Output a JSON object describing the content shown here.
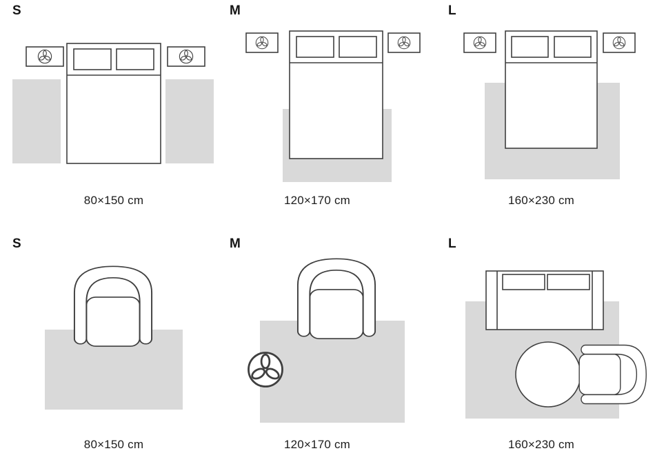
{
  "guide": {
    "rows": [
      {
        "name": "bedroom",
        "panels": [
          {
            "label": "S",
            "size": "80×150 cm"
          },
          {
            "label": "M",
            "size": "120×170 cm"
          },
          {
            "label": "L",
            "size": "160×230 cm"
          }
        ]
      },
      {
        "name": "living-room",
        "panels": [
          {
            "label": "S",
            "size": "80×150 cm"
          },
          {
            "label": "M",
            "size": "120×170 cm"
          },
          {
            "label": "L",
            "size": "160×230 cm"
          }
        ]
      }
    ]
  },
  "icons": {
    "plant": "plant-top-view-icon"
  },
  "colors": {
    "rug_fill": "#d9d9d9",
    "outline": "#3f3f3f",
    "text": "#1c1c1c",
    "background": "#ffffff"
  }
}
